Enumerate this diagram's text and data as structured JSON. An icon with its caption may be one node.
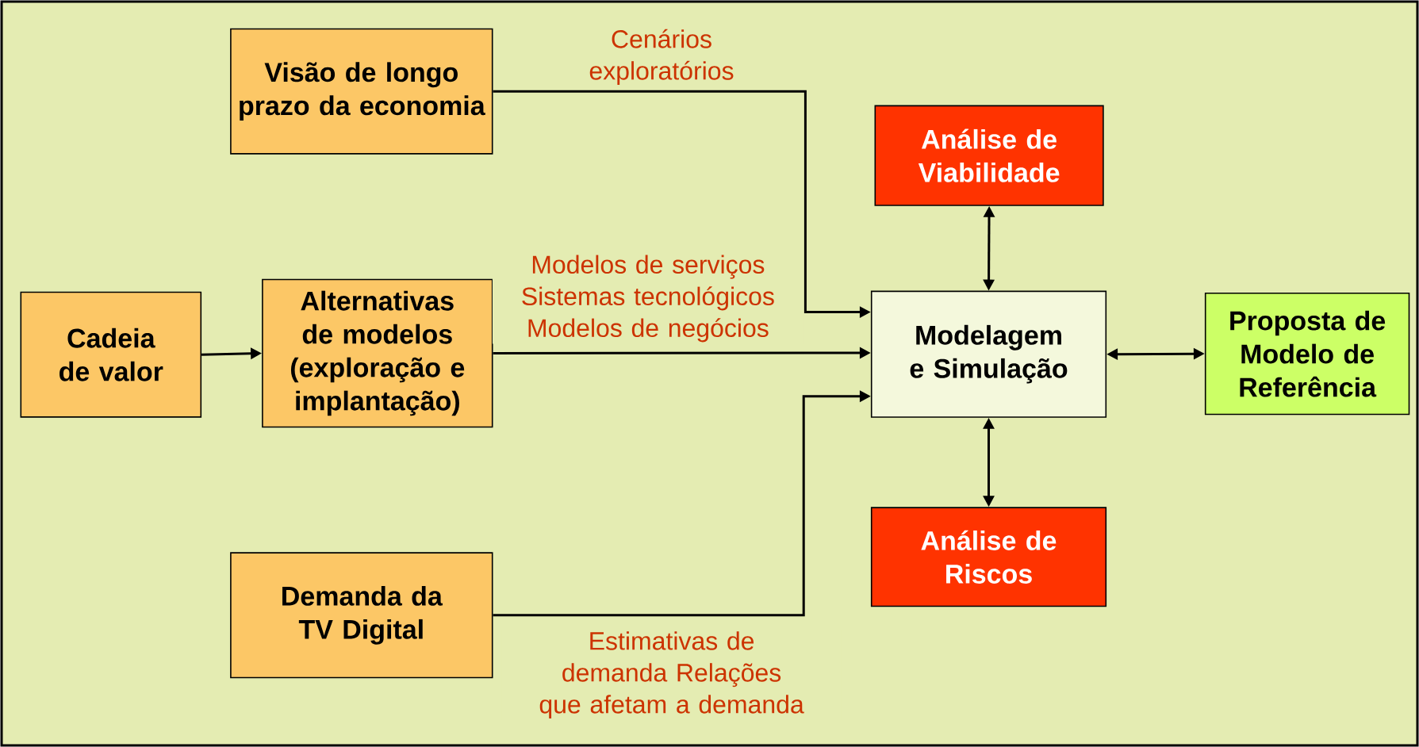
{
  "diagram": {
    "nodes": [
      {
        "text": [
          "Visão de longo prazo da economia"
        ]
      },
      {
        "text": [
          "Cadeia de valor"
        ]
      },
      {
        "text": [
          "Alternativas de modelos (exploração e implantação)"
        ]
      },
      {
        "text": [
          "Demanda da TV Digital"
        ]
      },
      {
        "text": [
          "Análise de Viabilidade"
        ]
      },
      {
        "text": [
          "Modelagem e Simulação"
        ]
      },
      {
        "text": [
          "Proposta de Modelo de Referência"
        ]
      },
      {
        "text": [
          "Análise de Riscos"
        ]
      }
    ],
    "edges": [
      {
        "from": 0,
        "to": 5,
        "arrow": "to",
        "label": "Cenários exploratórios"
      },
      {
        "from": 1,
        "to": 2,
        "arrow": "to"
      },
      {
        "from": 2,
        "to": 5,
        "arrow": "to",
        "label": "Modelos de serviços Sistemas tecnológicos Modelos de negócios"
      },
      {
        "from": 3,
        "to": 5,
        "arrow": "to",
        "label": "Estimativas de demanda Relações que afetam a demanda"
      },
      {
        "from": 5,
        "to": 4,
        "arrow": "both"
      },
      {
        "from": 5,
        "to": 7,
        "arrow": "both"
      },
      {
        "from": 5,
        "to": 6,
        "arrow": "both"
      }
    ]
  }
}
